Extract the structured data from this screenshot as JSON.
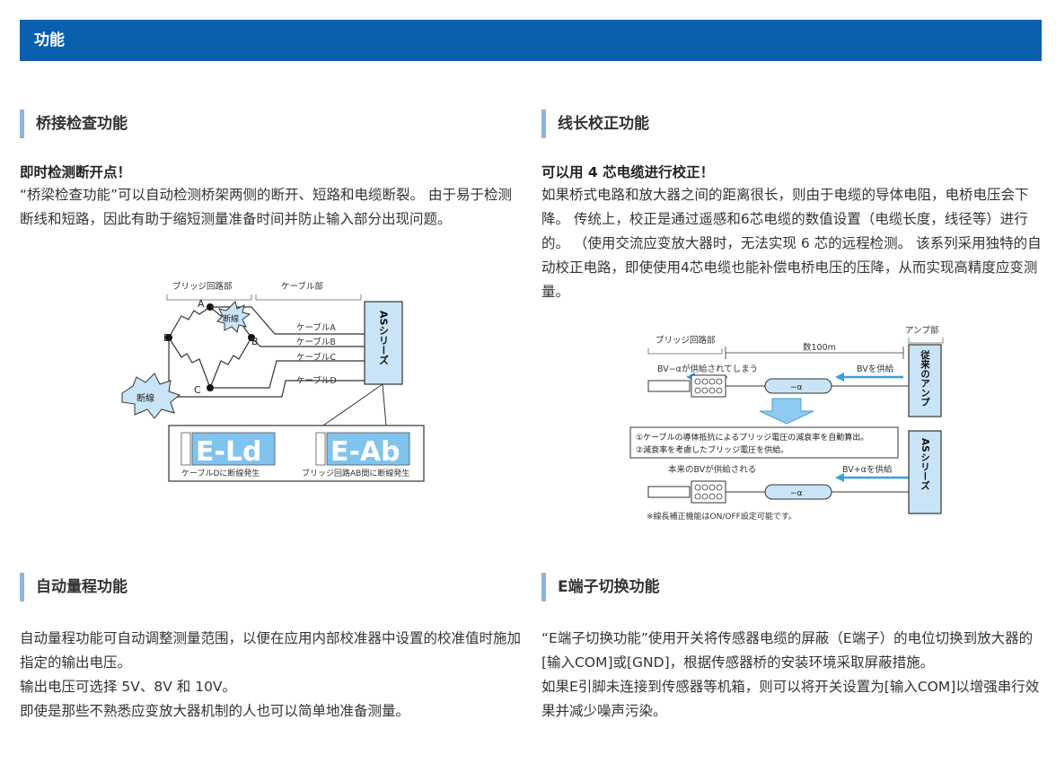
{
  "banner": {
    "title": "功能"
  },
  "bridge_check": {
    "heading": "桥接检查功能",
    "lead": "即时检测断开点！",
    "body": "“桥梁检查功能”可以自动检测桥架两侧的断开、短路和电缆断裂。 由于易于检测断线和短路，因此有助于缩短测量准备时间并防止输入部分出现问题。",
    "diagram": {
      "label_bridge": "ブリッジ回路部",
      "label_cable": "ケーブル部",
      "node_a": "A",
      "node_b": "B",
      "node_c": "C",
      "node_d": "D",
      "cable_a": "ケーブルA",
      "cable_b": "ケーブルB",
      "cable_c": "ケーブルC",
      "cable_d": "ケーブルD",
      "break_label_1": "断線",
      "break_label_2": "断線",
      "series_box": "ASシリーズ",
      "display_1": "E-Ld",
      "display_2": "E-Ab",
      "caption_1": "ケーブルDに断線発生",
      "caption_2": "ブリッジ回路AB間に断線発生"
    }
  },
  "line_correction": {
    "heading": "线长校正功能",
    "lead": "可以用 4 芯电缆进行校正！",
    "body": "如果桥式电路和放大器之间的距离很长，则由于电缆的导体电阻，电桥电压会下降。 传统上，校正是通过遥感和6芯电缆的数值设置（电缆长度，线径等）进行的。 （使用交流应变放大器时，无法实现 6 芯的远程检测。 该系列采用独特的自动校正电路，即使使用4芯电缆也能补偿电桥电压的压降，从而实现高精度应变测量。",
    "diagram": {
      "label_bridge": "ブリッジ回路部",
      "label_amp": "アンプ部",
      "distance": "数100m",
      "bv_minus": "BV−αが供給されてしまう",
      "bv_supply": "BVを供給",
      "minus_alpha_1": "−α",
      "conventional_amp": "従来のアンプ",
      "note_1": "①ケーブルの導体抵抗によるブリッジ電圧の減衰率を自動算出。",
      "note_2": "②減衰率を考慮したブリッジ電圧を供給。",
      "bv_original": "本来のBVが供給される",
      "bv_plus": "BV+αを供給",
      "minus_alpha_2": "−α",
      "series_box": "ASシリーズ",
      "footnote": "※線長補正機能はON/OFF設定可能です。"
    }
  },
  "auto_range": {
    "heading": "自动量程功能",
    "body_1": "自动量程功能可自动调整测量范围，以便在应用内部校准器中设置的校准值时施加指定的输出电压。",
    "body_2": "输出电压可选择 5V、8V 和 10V。",
    "body_3": "即使是那些不熟悉应变放大器机制的人也可以简单地准备测量。"
  },
  "e_terminal": {
    "heading": "E端子切换功能",
    "body_1": "“E端子切换功能”使用开关将传感器电缆的屏蔽（E端子）的电位切换到放大器的[输入COM]或[GND]，根据传感器桥的安装环境采取屏蔽措施。",
    "body_2": "如果E引脚未连接到传感器等机箱，则可以将开关设置为[输入COM]以增强串行效果并减少噪声污染。"
  },
  "colors": {
    "banner": "#0a5fae",
    "heading_bar": "#8ab6df",
    "box_fill": "#c9e4f6",
    "display_fill": "#7fc3ee"
  }
}
